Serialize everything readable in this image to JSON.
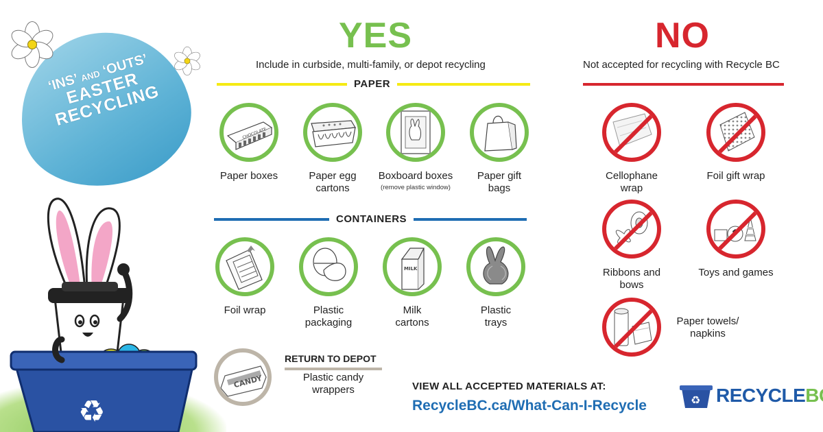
{
  "egg": {
    "line1a": "‘INS’",
    "line1b": "AND",
    "line1c": "‘OUTS’",
    "line2": "EASTER",
    "line3": "RECYCLING"
  },
  "yes": {
    "heading": "YES",
    "subtitle": "Include in curbside, multi-family, or depot recycling",
    "paper_title": "PAPER",
    "paper_items": [
      {
        "label": "Paper boxes",
        "icon": "chocolate-box-icon",
        "box_text": "CHOCOLATE"
      },
      {
        "label": "Paper egg cartons",
        "icon": "egg-carton-icon"
      },
      {
        "label": "Boxboard boxes",
        "note": "(remove plastic window)",
        "icon": "bunny-box-icon"
      },
      {
        "label": "Paper gift bags",
        "icon": "gift-bag-icon"
      }
    ],
    "containers_title": "CONTAINERS",
    "container_items": [
      {
        "label": "Foil wrap",
        "icon": "foil-wrap-icon"
      },
      {
        "label": "Plastic packaging",
        "icon": "plastic-egg-icon"
      },
      {
        "label": "Milk cartons",
        "icon": "milk-carton-icon",
        "carton_text": "MILK"
      },
      {
        "label": "Plastic trays",
        "icon": "bunny-tray-icon"
      }
    ],
    "depot": {
      "title": "RETURN TO DEPOT",
      "label": "Plastic candy wrappers",
      "wrapper_text": "CANDY"
    }
  },
  "no": {
    "heading": "NO",
    "subtitle": "Not accepted for recycling with Recycle BC",
    "items": [
      {
        "label": "Cellophane wrap",
        "icon": "cellophane-icon"
      },
      {
        "label": "Foil gift wrap",
        "icon": "foil-gift-wrap-icon"
      },
      {
        "label": "Ribbons and bows",
        "icon": "ribbon-icon"
      },
      {
        "label": "Toys and games",
        "icon": "toys-icon"
      },
      {
        "label": "Paper towels/ napkins",
        "icon": "paper-towel-icon"
      }
    ]
  },
  "cta": {
    "heading": "VIEW ALL ACCEPTED MATERIALS AT:",
    "link": "RecycleBC.ca/What-Can-I-Recycle"
  },
  "logo": {
    "part1": "RECYCLE",
    "part2": "BC",
    "tm": "™"
  },
  "colors": {
    "yes_green": "#77c04f",
    "no_red": "#d7262e",
    "paper_yellow": "#f5ea14",
    "containers_blue": "#1f6db3",
    "depot_tan": "#bdb5a8",
    "egg_blue": "#5fb3d6",
    "bin_blue": "#2a52a3"
  }
}
